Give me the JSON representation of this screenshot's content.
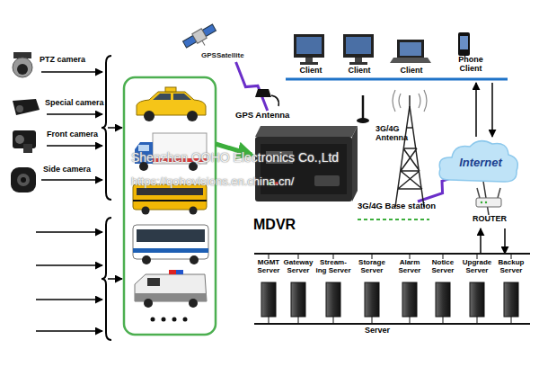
{
  "diagram": {
    "nodes": [
      {
        "text": [
          "PTZ camera"
        ]
      },
      {
        "text": [
          "Special camera"
        ]
      },
      {
        "text": [
          "Front camera"
        ]
      },
      {
        "text": [
          "Side camera"
        ]
      },
      {
        "text": [
          "GPSSatellite"
        ]
      },
      {
        "text": [
          "GPS Antenna"
        ]
      },
      {
        "text": [
          "MDVR"
        ]
      },
      {
        "text": [
          "3G/4G Antenna"
        ]
      },
      {
        "text": [
          "3G/4G Base station"
        ]
      },
      {
        "text": [
          "Client"
        ]
      },
      {
        "text": [
          "Client"
        ]
      },
      {
        "text": [
          "Client"
        ]
      },
      {
        "text": [
          "Phone Client"
        ]
      },
      {
        "text": [
          "Internet"
        ]
      },
      {
        "text": [
          "ROUTER"
        ]
      },
      {
        "text": [
          "MGMT Server"
        ]
      },
      {
        "text": [
          "Gateway Server"
        ]
      },
      {
        "text": [
          "Stream- ing Server"
        ]
      },
      {
        "text": [
          "Storage Server"
        ]
      },
      {
        "text": [
          "Alarm Server"
        ]
      },
      {
        "text": [
          "Notice Server"
        ]
      },
      {
        "text": [
          "Upgrade Server"
        ]
      },
      {
        "text": [
          "Backup Server"
        ]
      }
    ],
    "edges": [
      {
        "from": 4,
        "to": 5,
        "arrow": "none"
      },
      {
        "from": 8,
        "to": 13,
        "arrow": "none"
      },
      {
        "from": 13,
        "to": 14,
        "arrow": "none"
      }
    ],
    "labels": [
      "Server",
      "Shenzhen QOHO Electronics Co.,Ltd",
      "https://qohovisions.en.china.cn/"
    ]
  }
}
